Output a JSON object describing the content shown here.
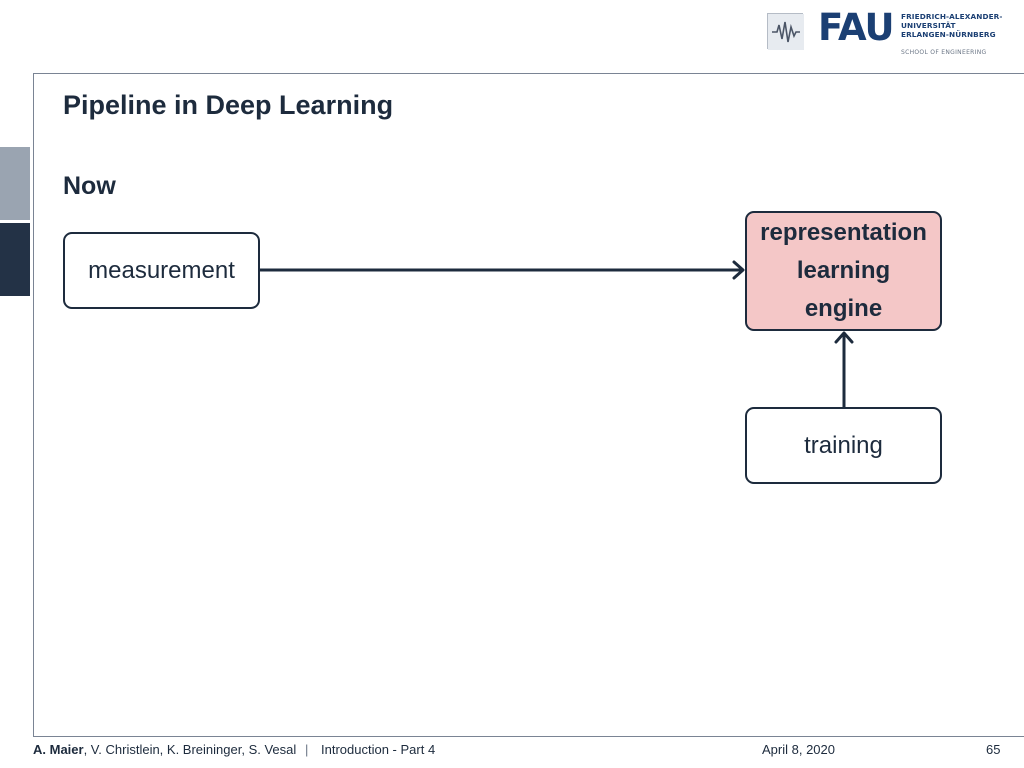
{
  "header": {
    "logo_text": "FAU",
    "university_lines": [
      "FRIEDRICH-ALEXANDER-",
      "UNIVERSITÄT",
      "ERLANGEN-NÜRNBERG"
    ],
    "school": "SCHOOL OF ENGINEERING"
  },
  "slide": {
    "title": "Pipeline in Deep Learning",
    "subheading": "Now"
  },
  "diagram": {
    "nodes": {
      "measurement": "measurement",
      "engine_lines": [
        "representation",
        "learning",
        "engine"
      ],
      "training": "training"
    },
    "colors": {
      "engine_fill": "#f4c7c7",
      "stroke": "#1d2b3d"
    }
  },
  "footer": {
    "lead_author": "A. Maier",
    "other_authors": ", V. Christlein, K. Breininger, S. Vesal",
    "separator": "|",
    "lecture": "Introduction - Part 4",
    "date": "April 8, 2020",
    "page": "65"
  }
}
